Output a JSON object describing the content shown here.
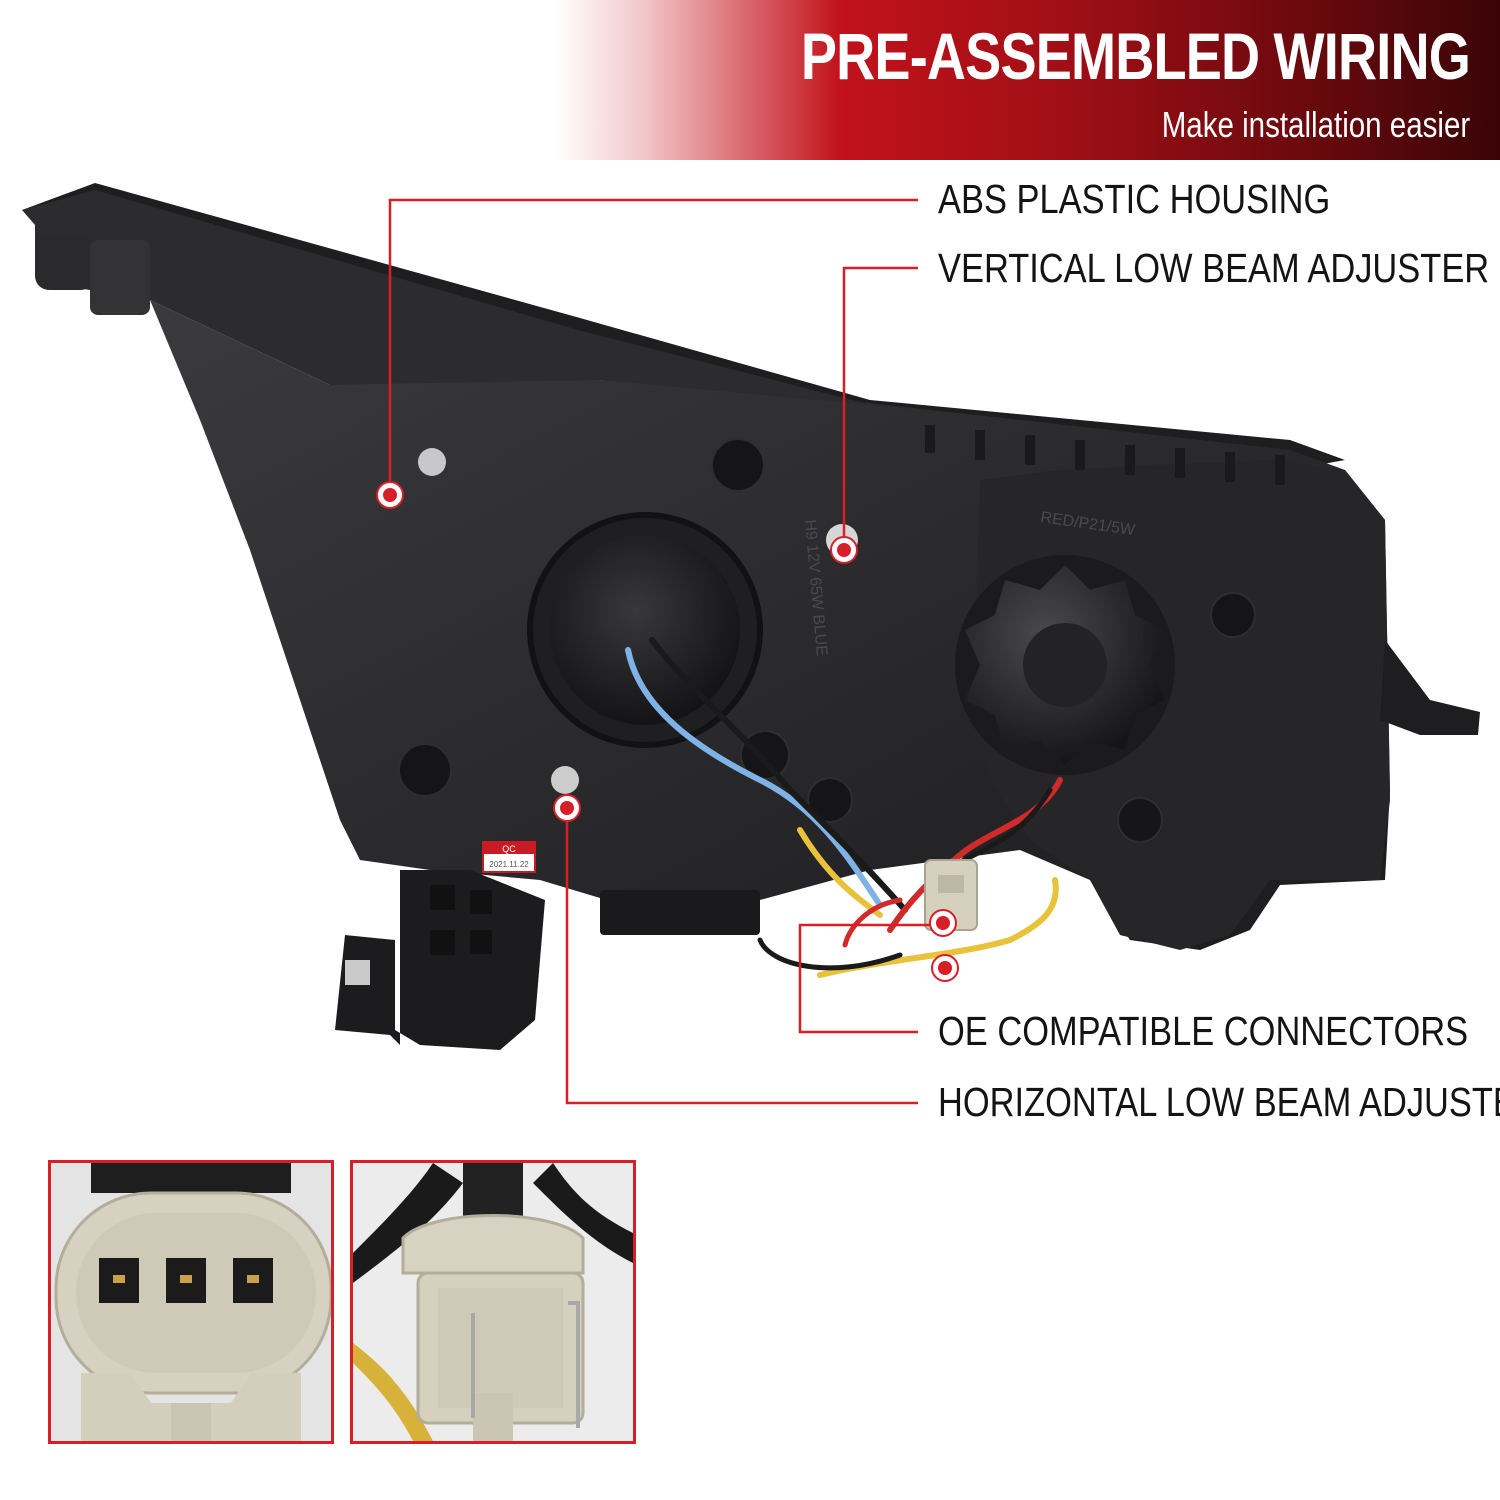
{
  "banner": {
    "title": "PRE-ASSEMBLED WIRING",
    "subtitle": "Make installation easier"
  },
  "callouts": [
    {
      "label": "ABS PLASTIC HOUSING"
    },
    {
      "label": "VERTICAL LOW BEAM ADJUSTER"
    },
    {
      "label": "OE COMPATIBLE CONNECTORS"
    },
    {
      "label": "HORIZONTAL LOW BEAM ADJUSTER"
    }
  ],
  "qc_label": {
    "text": "QC",
    "date": "2021.11.22"
  },
  "embossed_text": {
    "left": "H9 12V 65W BLUE",
    "right": "RED/P21/5W"
  },
  "colors": {
    "accent": "#d81e27",
    "banner_red": "#a30f16",
    "housing": "#2a2a2c",
    "connector_beige": "#d6d0bf"
  },
  "insets": [
    {
      "icon": "three-pin-connector-icon"
    },
    {
      "icon": "bulb-socket-connector-icon"
    }
  ]
}
